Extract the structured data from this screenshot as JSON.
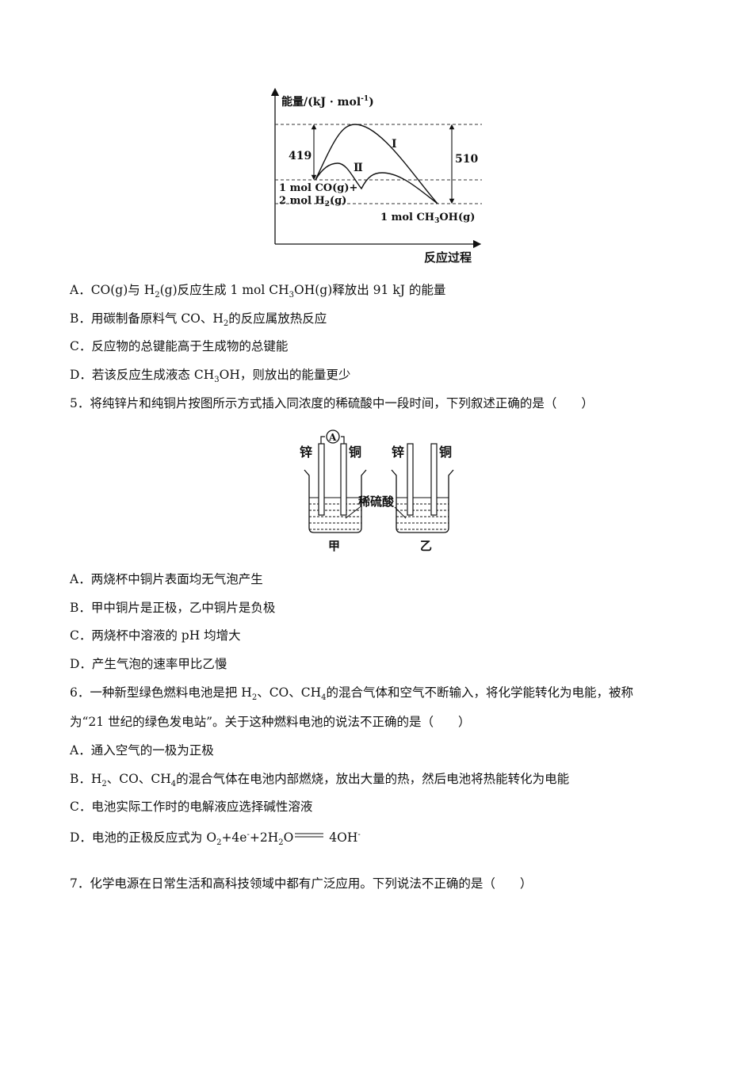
{
  "energy_diagram": {
    "y_axis_label": "能量/(kJ · mol",
    "y_axis_label_sup": "-1",
    "y_axis_label_end": ")",
    "x_axis_label": "反应过程",
    "value_left": "419",
    "value_right": "510",
    "curve_I": "Ⅰ",
    "curve_II": "Ⅱ",
    "reactant_line1": "1 mol CO(g)+",
    "reactant_line2_a": "2 mol H",
    "reactant_line2_sub": "2",
    "reactant_line2_b": "(g)",
    "product_a": "1 mol CH",
    "product_sub": "3",
    "product_b": "OH(g)"
  },
  "q4_options": {
    "A": {
      "a": "A．CO(g)与 H",
      "s1": "2",
      "b": "(g)反应生成 1 mol CH",
      "s2": "3",
      "c": "OH(g)释放出 91 kJ 的能量"
    },
    "B": {
      "a": "B．用碳制备原料气 CO、H",
      "s1": "2",
      "b": "的反应属放热反应"
    },
    "C": "C．反应物的总键能高于生成物的总键能",
    "D": {
      "a": "D．若该反应生成液态 CH",
      "s1": "3",
      "b": "OH，则放出的能量更少"
    }
  },
  "q5": {
    "stem": "5．将纯锌片和纯铜片按图所示方式插入同浓度的稀硫酸中一段时间，下列叙述正确的是（　　）",
    "figure": {
      "ammeter": "A",
      "zinc_left": "锌",
      "copper_left": "铜",
      "zinc_right": "锌",
      "copper_right": "铜",
      "acid": "稀硫酸",
      "beaker_a": "甲",
      "beaker_b": "乙"
    },
    "A": "A．两烧杯中铜片表面均无气泡产生",
    "B": "B．甲中铜片是正极，乙中铜片是负极",
    "C": "C．两烧杯中溶液的 pH 均增大",
    "D": "D．产生气泡的速率甲比乙慢"
  },
  "q6": {
    "stem1": {
      "a": "6．一种新型绿色燃料电池是把 H",
      "s1": "2",
      "b": "、CO、CH",
      "s2": "4",
      "c": "的混合气体和空气不断输入，将化学能转化为电能，被称"
    },
    "stem2": "为“21 世纪的绿色发电站”。关于这种燃料电池的说法不正确的是（　　）",
    "A": "A．通入空气的一极为正极",
    "B": {
      "a": "B．H",
      "s1": "2",
      "b": "、CO、CH",
      "s2": "4",
      "c": "的混合气体在电池内部燃烧，放出大量的热，然后电池将热能转化为电能"
    },
    "C": "C．电池实际工作时的电解液应选择碱性溶液",
    "D": {
      "a": "D．电池的正极反应式为 O",
      "s1": "2",
      "b": "+4e",
      "sup1": "-",
      "c": "+2H",
      "s2": "2",
      "d": "O",
      "e": " 4OH",
      "sup2": "-"
    }
  },
  "q7": {
    "stem": "7．化学电源在日常生活和高科技领域中都有广泛应用。下列说法不正确的是（　　）"
  }
}
